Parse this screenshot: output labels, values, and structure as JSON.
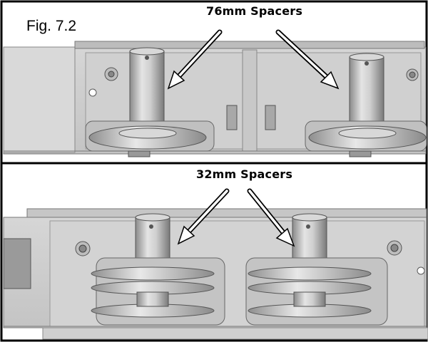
{
  "figure": {
    "label": "Fig. 7.2",
    "top_callout": "76mm Spacers",
    "bottom_callout": "32mm Spacers"
  }
}
